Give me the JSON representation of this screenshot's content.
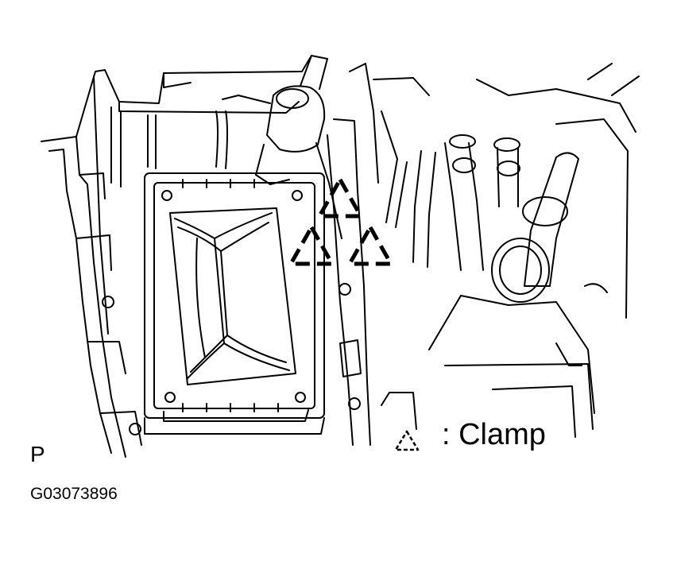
{
  "legend": {
    "symbol": "dashed-triangle-icon",
    "text": ": Clamp"
  },
  "view_letter": "P",
  "figure_code": "G03073896",
  "colors": {
    "line": "#000000",
    "background": "#ffffff"
  }
}
